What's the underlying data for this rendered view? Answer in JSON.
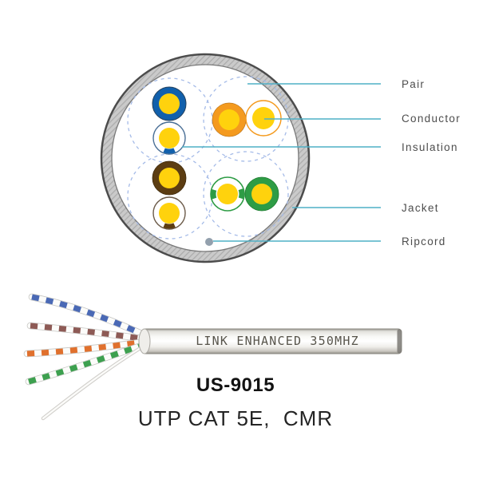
{
  "colors": {
    "yellow": "#FFD20D",
    "blue": "#1160AC",
    "orange": "#F49A1E",
    "brown": "#5C3D12",
    "green": "#2E9C45",
    "jacket": "#CBCBCB",
    "jacket_edge": "#4C4C4C",
    "leader": "#4FB0C6",
    "dash": "#A5BBE8",
    "ripcord": "#93A0AD",
    "pair_blue": "#4A69B5",
    "pair_brown": "#8D5A55",
    "pair_orange": "#E0702D",
    "pair_green": "#3DA04F",
    "label_text": "#4D4D4D"
  },
  "diagram": {
    "labels": [
      {
        "text": "Pair"
      },
      {
        "text": "Conductor"
      },
      {
        "text": "Insulation"
      },
      {
        "text": "Jacket"
      },
      {
        "text": "Ripcord"
      }
    ]
  },
  "cable": {
    "jacket_print": "LINK ENHANCED 350MHZ"
  },
  "product": {
    "model": "US-9015",
    "description": "UTP CAT 5E,  CMR"
  }
}
